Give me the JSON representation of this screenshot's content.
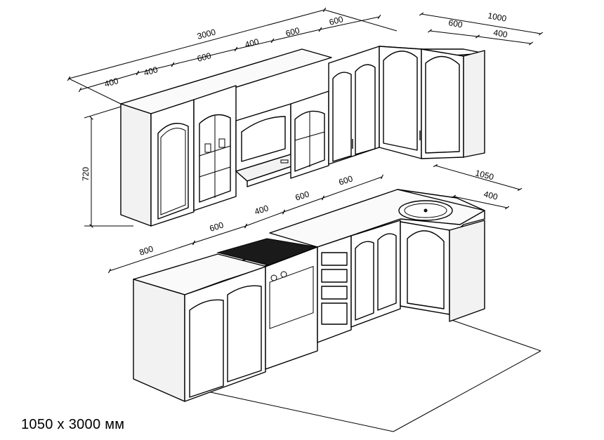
{
  "dimensions": {
    "upper_total": "3000",
    "upper_400_left": "400",
    "upper_400_second": "400",
    "upper_600_hood": "600",
    "upper_400_mid": "400",
    "upper_600_mid": "600",
    "upper_600_right": "600",
    "corner_total": "1000",
    "corner_600": "600",
    "corner_400": "400",
    "upper_height": "720",
    "base_800": "800",
    "base_600_stove": "600",
    "base_400": "400",
    "base_600_mid": "600",
    "base_600_right": "600",
    "base_1050": "1050",
    "base_400_sink": "400"
  },
  "caption": "1050 x 3000 мм"
}
